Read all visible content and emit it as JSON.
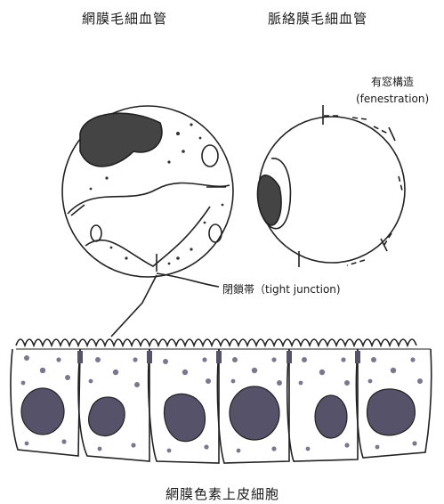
{
  "labels": {
    "retinal_capillary": "網膜毛細血管",
    "choroidal_capillary": "脈絡膜毛細血管",
    "fenestration_jp": "有窓構造",
    "fenestration_en": "(fenestration)",
    "tight_junction": "閉鎖帯（tight junction)",
    "rpe": "網膜色素上皮細胞"
  }
}
